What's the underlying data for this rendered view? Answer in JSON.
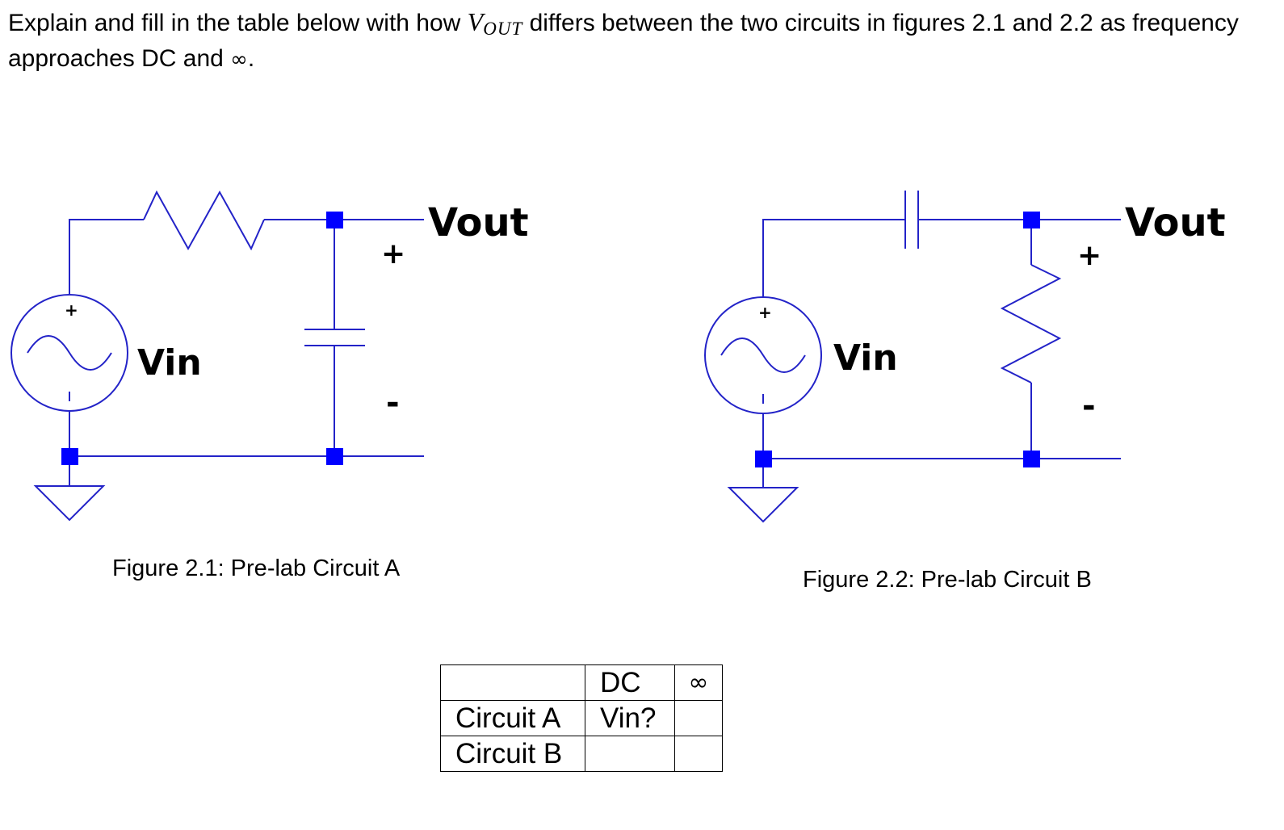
{
  "question": {
    "part1": "Explain and fill in the table below with how ",
    "var": "V",
    "sub": "OUT",
    "part2": " differs between the two circuits in figures 2.1 and 2.2 as frequency approaches DC and ",
    "infinity": "∞",
    "end": "."
  },
  "circuit_a": {
    "source_label": "Vin",
    "output_label": "Vout",
    "plus": "+",
    "minus": "-",
    "source_plus": "+",
    "caption": "Figure 2.1: Pre-lab Circuit A",
    "colors": {
      "wire": "#2323c8",
      "node": "#0000ff"
    }
  },
  "circuit_b": {
    "source_label": "Vin",
    "output_label": "Vout",
    "plus": "+",
    "minus": "-",
    "source_plus": "+",
    "caption": "Figure 2.2: Pre-lab Circuit B",
    "colors": {
      "wire": "#2323c8",
      "node": "#0000ff"
    }
  },
  "table": {
    "headers": [
      "",
      "DC",
      "∞"
    ],
    "rows": [
      [
        "Circuit A",
        "Vin?",
        ""
      ],
      [
        "Circuit B",
        "",
        ""
      ]
    ]
  }
}
